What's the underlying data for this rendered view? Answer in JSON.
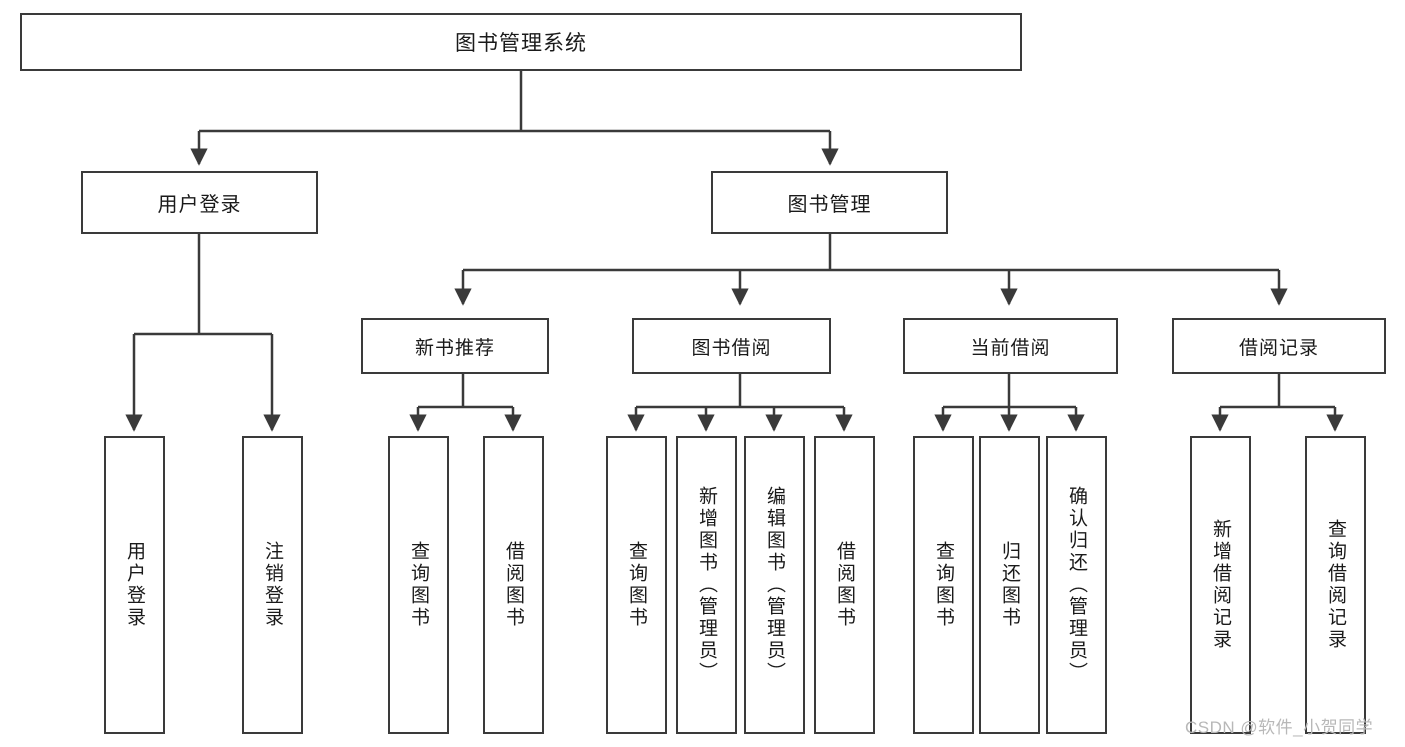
{
  "diagram": {
    "title": "图书管理系统",
    "type": "tree-hierarchy",
    "stroke_color": "#3a3a3a",
    "text_color": "#1a1a1a",
    "background_color": "#ffffff"
  },
  "root": {
    "label": "图书管理系统"
  },
  "level1": [
    {
      "label": "用户登录"
    },
    {
      "label": "图书管理"
    }
  ],
  "level2": [
    {
      "label": "新书推荐"
    },
    {
      "label": "图书借阅"
    },
    {
      "label": "当前借阅"
    },
    {
      "label": "借阅记录"
    }
  ],
  "leaves": {
    "user_login": [
      {
        "label": "用户登录"
      },
      {
        "label": "注销登录"
      }
    ],
    "new_book_recommend": [
      {
        "label": "查询图书"
      },
      {
        "label": "借阅图书"
      }
    ],
    "book_borrow": [
      {
        "label": "查询图书"
      },
      {
        "label": "新增图书（管理员）"
      },
      {
        "label": "编辑图书（管理员）"
      },
      {
        "label": "借阅图书"
      }
    ],
    "current_borrow": [
      {
        "label": "查询图书"
      },
      {
        "label": "归还图书"
      },
      {
        "label": "确认归还（管理员）"
      }
    ],
    "borrow_record": [
      {
        "label": "新增借阅记录"
      },
      {
        "label": "查询借阅记录"
      }
    ]
  },
  "watermark": {
    "text": "CSDN @软件_小贺同学"
  }
}
